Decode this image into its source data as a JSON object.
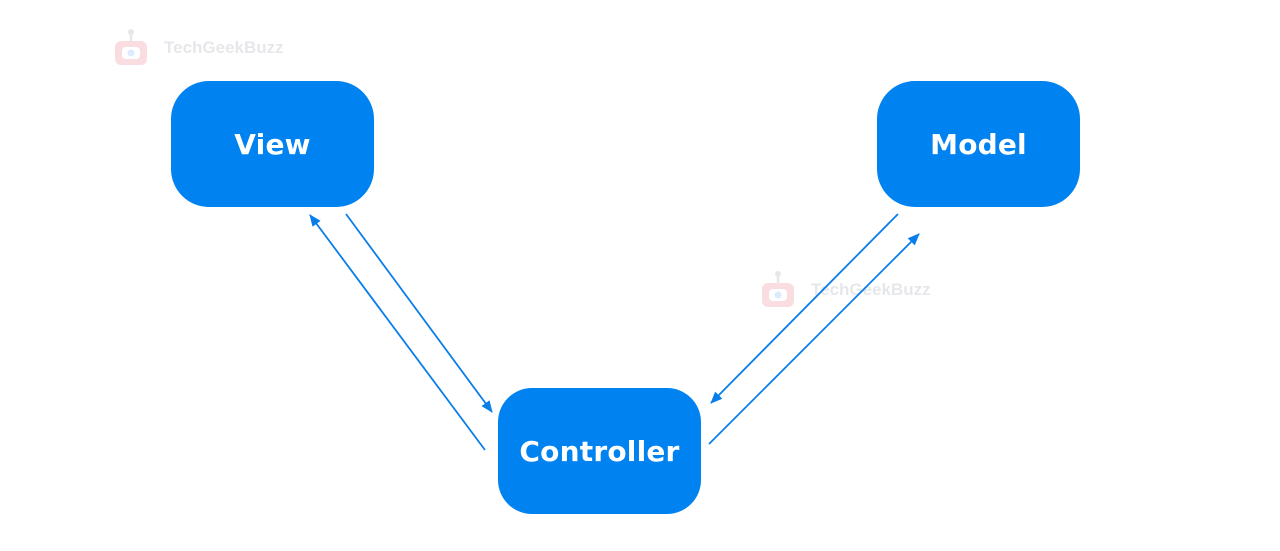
{
  "watermark": {
    "text": "TechGeekBuzz",
    "icon": "robot-logo-icon"
  },
  "nodes": {
    "view": {
      "label": "View"
    },
    "model": {
      "label": "Model"
    },
    "controller": {
      "label": "Controller"
    }
  },
  "colors": {
    "node_fill": "#0082f0",
    "node_text": "#ffffff",
    "arrow": "#0a7ee8"
  },
  "edges": [
    {
      "from": "view",
      "to": "controller"
    },
    {
      "from": "controller",
      "to": "view"
    },
    {
      "from": "model",
      "to": "controller"
    },
    {
      "from": "controller",
      "to": "model"
    }
  ]
}
